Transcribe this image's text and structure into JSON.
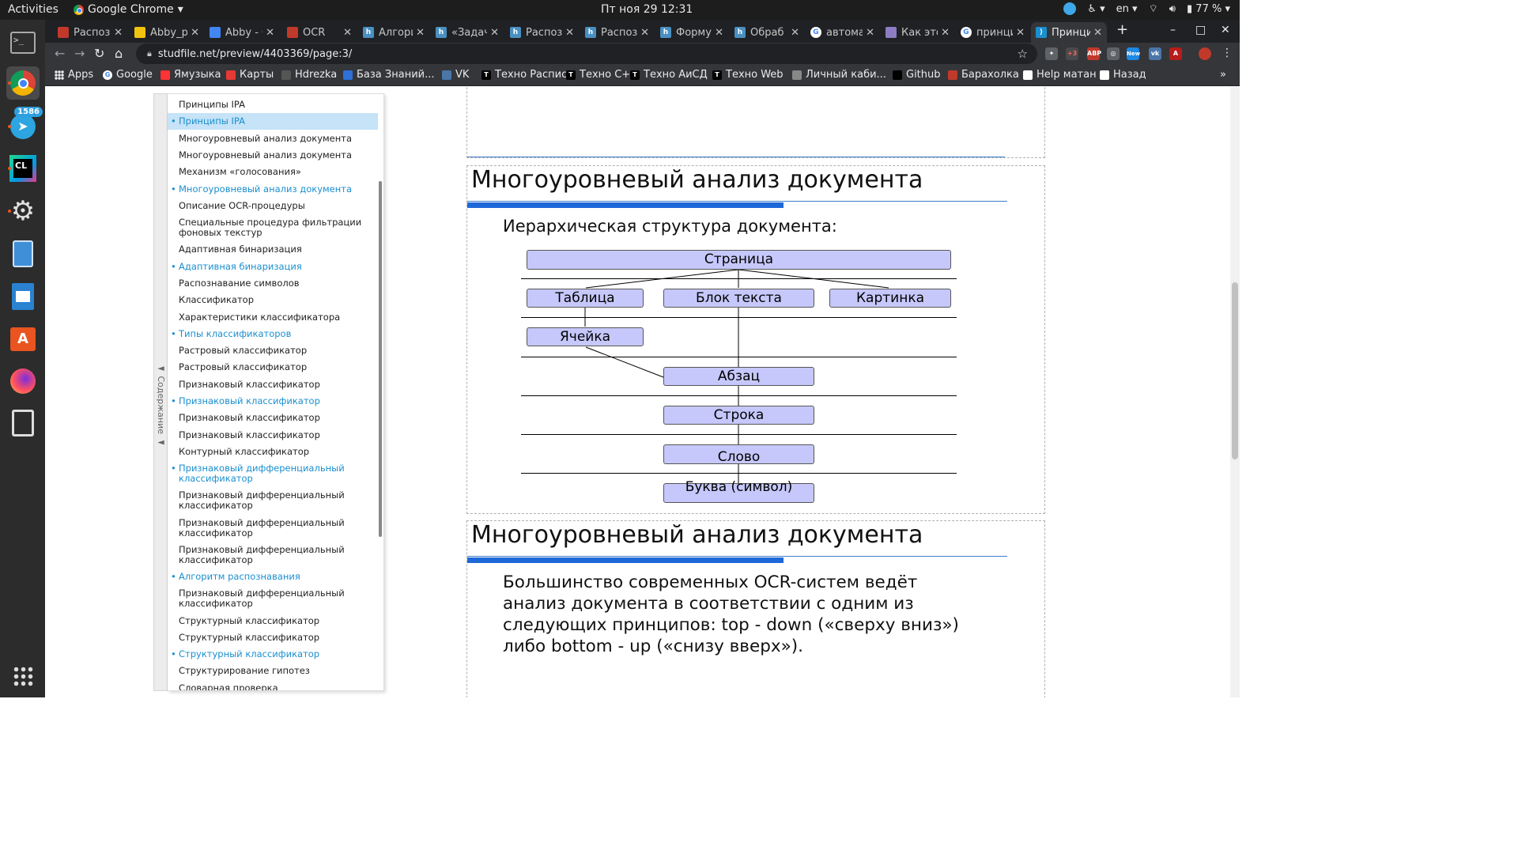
{
  "topbar": {
    "activities": "Activities",
    "app_name": "Google Chrome",
    "clock": "Пт ноя 29  12:31",
    "lang": "en",
    "battery": "77 %"
  },
  "dock": {
    "telegram_badge": "1586",
    "clion_label": "CL"
  },
  "tabs": [
    {
      "title": "Распоз",
      "favicon": "antiplagiat",
      "color": "#c0392b"
    },
    {
      "title": "Abby_p",
      "favicon": "doc",
      "color": "#f1c40f"
    },
    {
      "title": "Abby - C",
      "favicon": "gdoc",
      "color": "#4285f4"
    },
    {
      "title": "OCR",
      "favicon": "antiplagiat",
      "color": "#c0392b"
    },
    {
      "title": "Алгори",
      "favicon": "h",
      "color": "#4a90c2"
    },
    {
      "title": "«Задач",
      "favicon": "h",
      "color": "#4a90c2"
    },
    {
      "title": "Распоз",
      "favicon": "h",
      "color": "#4a90c2"
    },
    {
      "title": "Распоз",
      "favicon": "h",
      "color": "#4a90c2"
    },
    {
      "title": "Форму",
      "favicon": "h",
      "color": "#4a90c2"
    },
    {
      "title": "Обраб",
      "favicon": "h",
      "color": "#4a90c2"
    },
    {
      "title": "автома",
      "favicon": "google",
      "color": "#ffffff"
    },
    {
      "title": "Как это",
      "favicon": "ask",
      "color": "#8e7cc3"
    },
    {
      "title": "принци",
      "favicon": "google",
      "color": "#ffffff"
    },
    {
      "title": "Принци",
      "favicon": "studfile",
      "color": "#1a8fcf"
    }
  ],
  "toolbar": {
    "url": "studfile.net/preview/4403369/page:3/",
    "ext_new": "New",
    "ext_count": "+3"
  },
  "bookmarks": [
    {
      "label": "Apps",
      "icon": "apps-icon"
    },
    {
      "label": "Google",
      "icon": "google-icon"
    },
    {
      "label": "Ямузыка",
      "icon": "yandex-music-icon"
    },
    {
      "label": "Карты",
      "icon": "maps-pin-icon"
    },
    {
      "label": "Hdrezka",
      "icon": "hdrezka-icon"
    },
    {
      "label": "База Знаний...",
      "icon": "knowledge-base-icon"
    },
    {
      "label": "VK",
      "icon": "vk-icon"
    },
    {
      "label": "Техно Распис",
      "icon": "techno-icon"
    },
    {
      "label": "Техно С++",
      "icon": "techno-icon"
    },
    {
      "label": "Техно АиСД",
      "icon": "techno-icon"
    },
    {
      "label": "Техно Web",
      "icon": "techno-icon"
    },
    {
      "label": "Личный каби...",
      "icon": "cabinet-icon"
    },
    {
      "label": "Github",
      "icon": "github-icon"
    },
    {
      "label": "Барахолка",
      "icon": "bike-icon"
    },
    {
      "label": "Help матан",
      "icon": "help-icon"
    },
    {
      "label": "Назад",
      "icon": "back-icon"
    }
  ],
  "toc": {
    "handle_label": "◄ Содержание ◄",
    "items": [
      {
        "label": "Принципы IPA",
        "hl": false,
        "sel": false
      },
      {
        "label": "Принципы IPA",
        "hl": true,
        "sel": true
      },
      {
        "label": "Многоуровневый анализ документа",
        "hl": false,
        "sel": false
      },
      {
        "label": "Многоуровневый анализ документа",
        "hl": false,
        "sel": false
      },
      {
        "label": "Механизм «голосования»",
        "hl": false,
        "sel": false
      },
      {
        "label": "Многоуровневый анализ документа",
        "hl": true,
        "sel": false
      },
      {
        "label": "Описание OCR-процедуры",
        "hl": false,
        "sel": false
      },
      {
        "label": "Специальные процедура фильтрации фоновых текстур",
        "hl": false,
        "sel": false
      },
      {
        "label": "Адаптивная бинаризация",
        "hl": false,
        "sel": false
      },
      {
        "label": "Адаптивная бинаризация",
        "hl": true,
        "sel": false
      },
      {
        "label": "Распознавание символов",
        "hl": false,
        "sel": false
      },
      {
        "label": "Классификатор",
        "hl": false,
        "sel": false
      },
      {
        "label": "Характеристики классификатора",
        "hl": false,
        "sel": false
      },
      {
        "label": "Типы классификаторов",
        "hl": true,
        "sel": false
      },
      {
        "label": "Растровый классификатор",
        "hl": false,
        "sel": false
      },
      {
        "label": "Растровый классификатор",
        "hl": false,
        "sel": false
      },
      {
        "label": "Признаковый классификатор",
        "hl": false,
        "sel": false
      },
      {
        "label": "Признаковый классификатор",
        "hl": true,
        "sel": false
      },
      {
        "label": "Признаковый классификатор",
        "hl": false,
        "sel": false
      },
      {
        "label": "Признаковый классификатор",
        "hl": false,
        "sel": false
      },
      {
        "label": "Контурный классификатор",
        "hl": false,
        "sel": false
      },
      {
        "label": "Признаковый дифференциальный классификатор",
        "hl": true,
        "sel": false
      },
      {
        "label": "Признаковый дифференциальный классификатор",
        "hl": false,
        "sel": false
      },
      {
        "label": "Признаковый дифференциальный классификатор",
        "hl": false,
        "sel": false
      },
      {
        "label": "Признаковый дифференциальный классификатор",
        "hl": false,
        "sel": false
      },
      {
        "label": "Алгоритм распознавания",
        "hl": true,
        "sel": false
      },
      {
        "label": "Признаковый дифференциальный классификатор",
        "hl": false,
        "sel": false
      },
      {
        "label": "Структурный классификатор",
        "hl": false,
        "sel": false
      },
      {
        "label": "Структурный классификатор",
        "hl": false,
        "sel": false
      },
      {
        "label": "Структурный классификатор",
        "hl": true,
        "sel": false
      },
      {
        "label": "Структурирование гипотез",
        "hl": false,
        "sel": false
      },
      {
        "label": "Словарная проверка",
        "hl": false,
        "sel": false
      }
    ]
  },
  "slide2": {
    "title": "Многоуровневый анализ документа",
    "subtitle": "Иерархическая структура документа:",
    "diagram": {
      "page": "Страница",
      "table": "Таблица",
      "text_block": "Блок текста",
      "picture": "Картинка",
      "cell": "Ячейка",
      "paragraph": "Абзац",
      "line": "Строка",
      "word": "Слово",
      "letter": "Буква (символ)"
    }
  },
  "slide3": {
    "title": "Многоуровневый анализ документа",
    "text": "Большинство современных OCR-систем ведёт анализ документа в соответствии с одним из следующих принципов: top - down («сверху вниз») либо bottom - up («снизу вверх»)."
  },
  "colors": {
    "accent_blue": "#1f68d8",
    "toc_highlight": "#1a8fcf",
    "diagram_box": "#c6c8fb",
    "selected_bg": "#c6e3f7"
  }
}
